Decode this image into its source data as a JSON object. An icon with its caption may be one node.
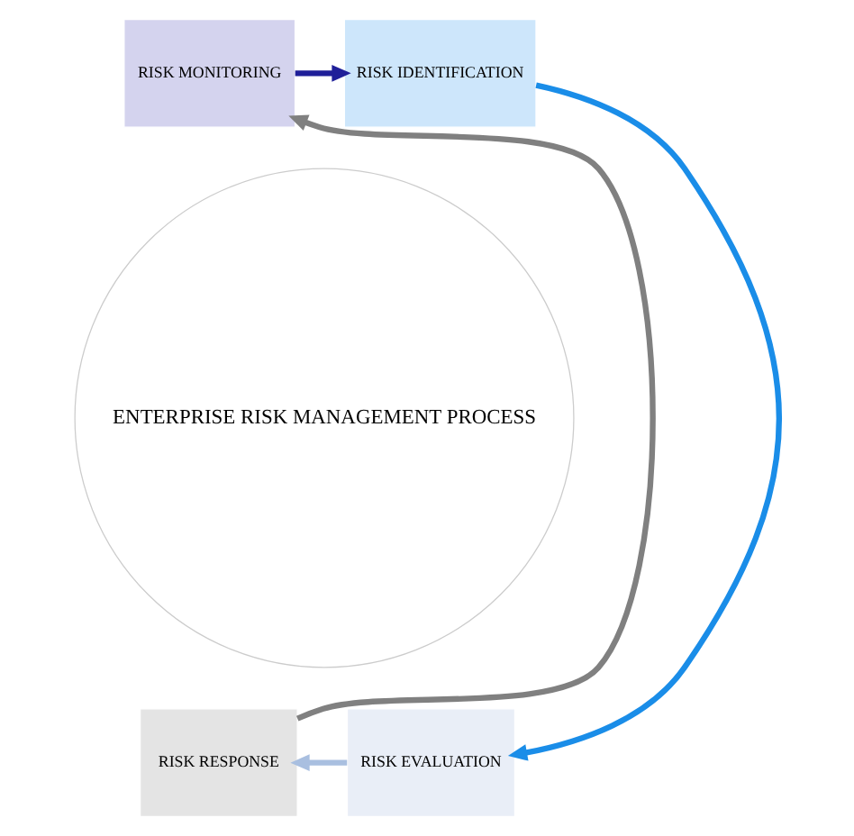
{
  "diagram": {
    "nodes": [
      {
        "text": [
          "RISK MONITORING"
        ]
      },
      {
        "text": [
          "RISK IDENTIFICATION"
        ]
      },
      {
        "text": [
          "ENTERPRISE RISK MANAGEMENT PROCESS"
        ]
      },
      {
        "text": [
          "RISK RESPONSE"
        ]
      },
      {
        "text": [
          "RISK EVALUATION"
        ]
      }
    ],
    "edges": [
      {
        "from": 0,
        "to": 1,
        "arrow": "to",
        "color": "#1f1f99"
      },
      {
        "from": 1,
        "to": 4,
        "arrow": "to",
        "color": "#1a8de8"
      },
      {
        "from": 4,
        "to": 3,
        "arrow": "to",
        "color": "#a9bfe0"
      },
      {
        "from": 3,
        "to": 0,
        "arrow": "to",
        "color": "#808080"
      }
    ]
  }
}
